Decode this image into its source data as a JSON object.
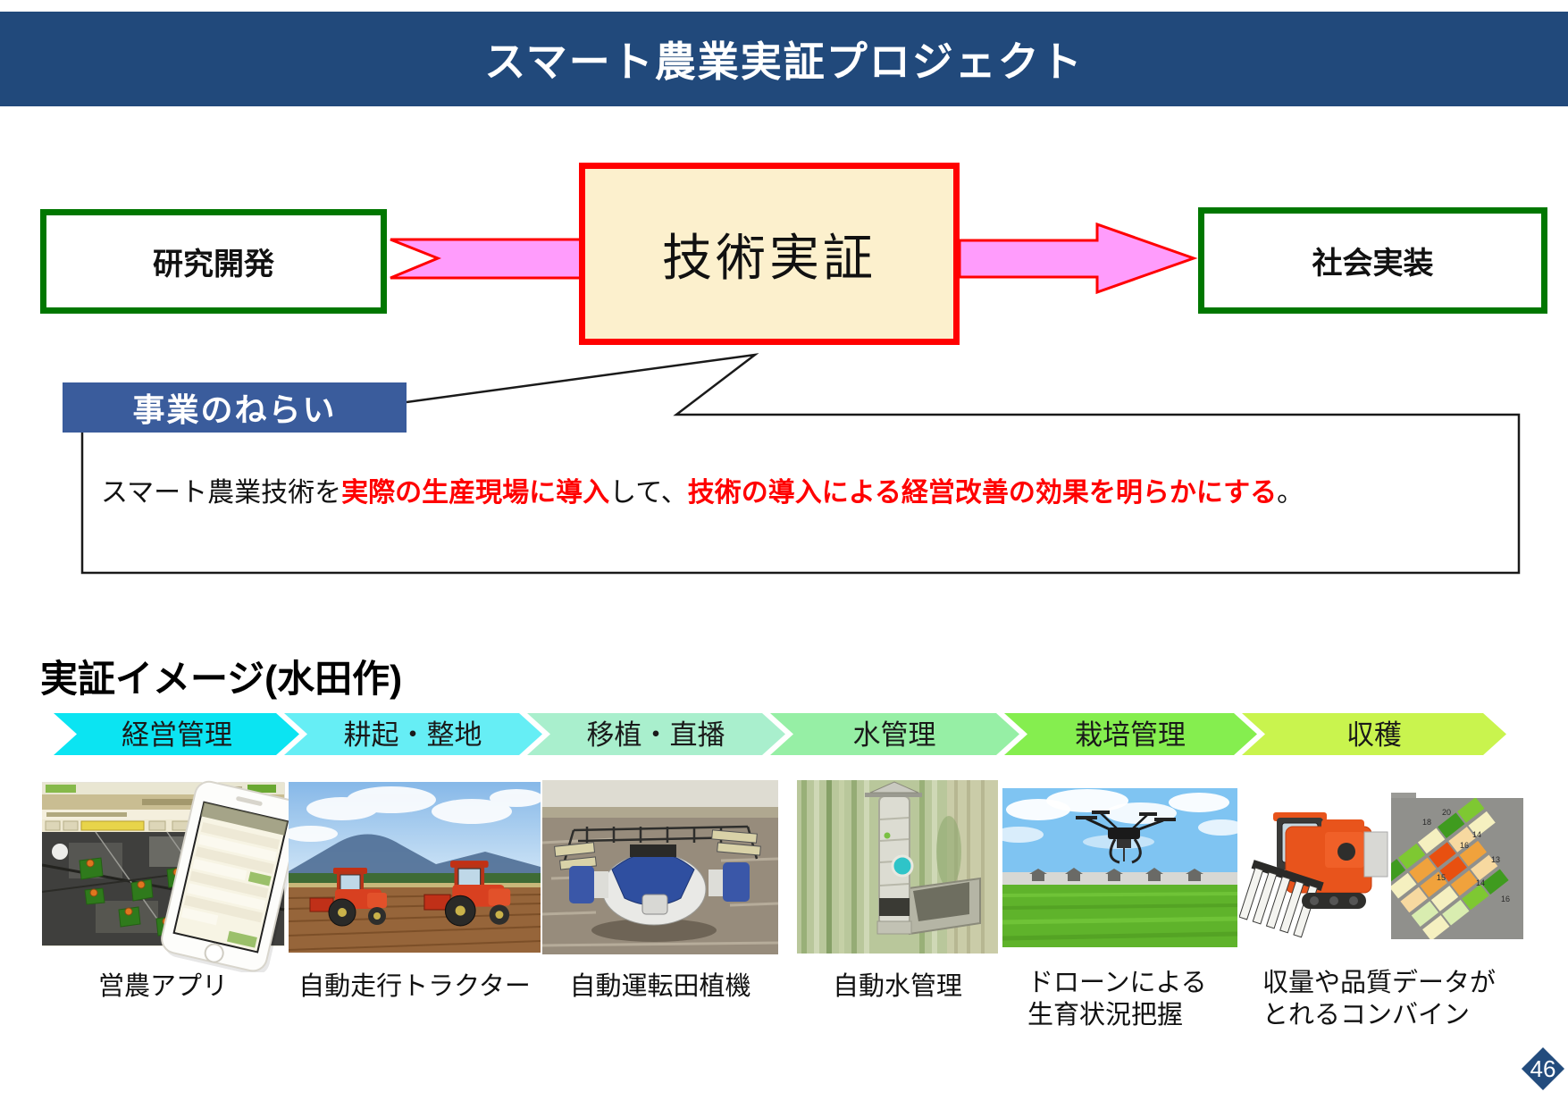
{
  "slide": {
    "title": "スマート農業実証プロジェクト",
    "page_number": "46"
  },
  "flow": {
    "research": "研究開発",
    "tech": "技術実証",
    "social": "社会実装"
  },
  "aim": {
    "label": "事業のねらい",
    "sentence": [
      {
        "text": "スマート農業技術を",
        "style": "black"
      },
      {
        "text": "実際の生産現場に導入",
        "style": "red"
      },
      {
        "text": "して、",
        "style": "black"
      },
      {
        "text": "技術の導入による経営改善の効果を明らかにする",
        "style": "red"
      },
      {
        "text": "。",
        "style": "black"
      }
    ]
  },
  "demo": {
    "heading": "実証イメージ(水田作)",
    "steps": [
      "経営管理",
      "耕起・整地",
      "移植・直播",
      "水管理",
      "栽培管理",
      "収穫"
    ],
    "figures": [
      {
        "name": "farm-app",
        "caption": [
          "営農アプリ"
        ]
      },
      {
        "name": "auto-tractor",
        "caption": [
          "自動走行トラクター"
        ]
      },
      {
        "name": "auto-rice-transplanter",
        "caption": [
          "自動運転田植機"
        ]
      },
      {
        "name": "auto-water-management",
        "caption": [
          "自動水管理"
        ]
      },
      {
        "name": "drone-growth-monitoring",
        "caption": [
          "ドローンによる",
          "生育状況把握"
        ]
      },
      {
        "name": "yield-combine",
        "caption": [
          "収量や品質データが",
          "とれるコンバイン"
        ]
      }
    ],
    "yield_map_values": [
      "20",
      "18",
      "16",
      "14",
      "13",
      "15",
      "14",
      "16"
    ]
  },
  "colors": {
    "header_blue": "#21497B",
    "label_blue": "#3A5C9C",
    "box_green_border": "#007700",
    "box_red_border": "#FF0000",
    "tech_box_fill": "#FCF0CD",
    "arrow_pink": "#FF9CFC",
    "emphasis_red": "#FF0000",
    "page_diamond_blue": "#234C7D",
    "chevron_colors": [
      "#0BE4F2",
      "#66EEF5",
      "#A9EFCD",
      "#96EFA5",
      "#85EE4F",
      "#C9F44E"
    ]
  }
}
